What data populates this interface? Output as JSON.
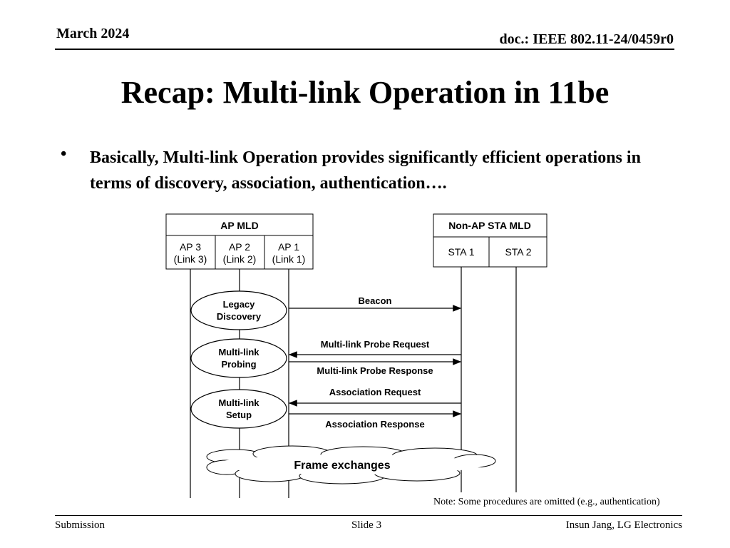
{
  "header": {
    "date": "March 2024",
    "doc": "doc.: IEEE 802.11-24/0459r0"
  },
  "title": "Recap: Multi-link Operation in 11be",
  "bullet": {
    "marker": "•",
    "text": "Basically, Multi-link Operation provides significantly efficient operations in terms of discovery, association, authentication…."
  },
  "diagram": {
    "ap_mld": {
      "title": "AP MLD",
      "aps": [
        {
          "name": "AP 3",
          "link": "(Link 3)"
        },
        {
          "name": "AP 2",
          "link": "(Link 2)"
        },
        {
          "name": "AP 1",
          "link": "(Link 1)"
        }
      ]
    },
    "sta_mld": {
      "title": "Non-AP STA MLD",
      "stas": [
        "STA 1",
        "STA 2"
      ]
    },
    "phases": [
      {
        "line1": "Legacy",
        "line2": "Discovery"
      },
      {
        "line1": "Multi-link",
        "line2": "Probing"
      },
      {
        "line1": "Multi-link",
        "line2": "Setup"
      }
    ],
    "messages": [
      {
        "label": "Beacon",
        "direction": "to-sta"
      },
      {
        "label": "Multi-link Probe Request",
        "direction": "to-ap"
      },
      {
        "label": "Multi-link Probe Response",
        "direction": "to-sta"
      },
      {
        "label": "Association Request",
        "direction": "to-ap"
      },
      {
        "label": "Association Response",
        "direction": "to-sta"
      }
    ],
    "cloud_label": "Frame exchanges"
  },
  "note": "Note: Some procedures are omitted (e.g., authentication)",
  "footer": {
    "left": "Submission",
    "center": "Slide 3",
    "right": "Insun Jang, LG Electronics"
  }
}
